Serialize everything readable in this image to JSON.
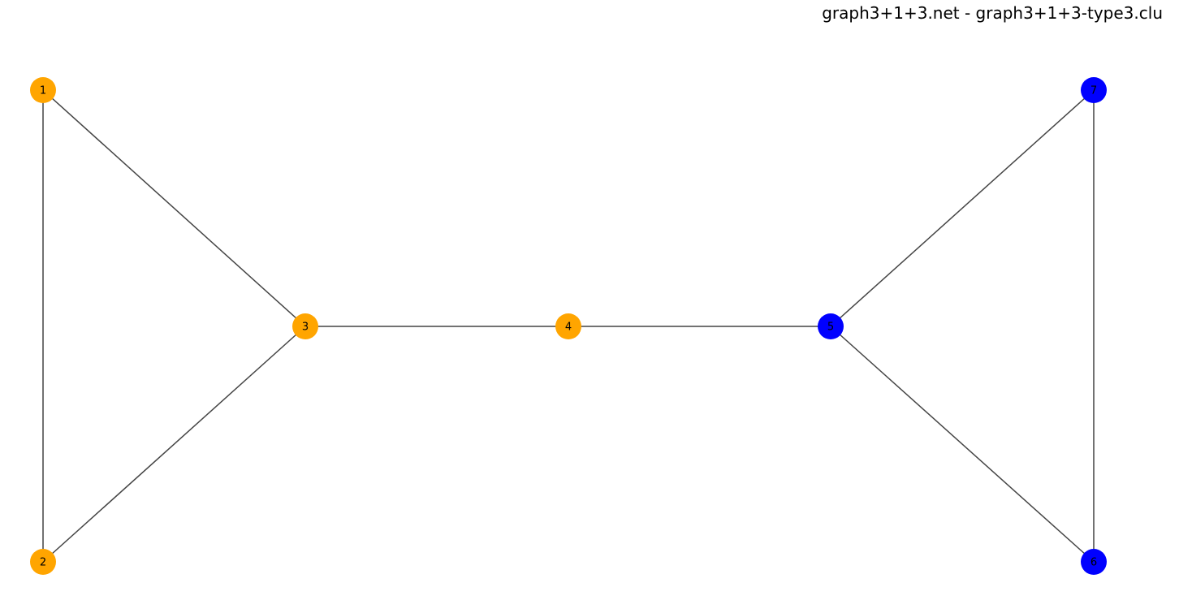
{
  "title": "graph3+1+3.net - graph3+1+3-type3.clu",
  "cluster_colors": {
    "cluster_a": "#FFA500",
    "cluster_b": "#0000FF"
  },
  "edge_color": "#444444",
  "nodes": [
    {
      "id": "1",
      "cluster": "cluster_a"
    },
    {
      "id": "2",
      "cluster": "cluster_a"
    },
    {
      "id": "3",
      "cluster": "cluster_a"
    },
    {
      "id": "4",
      "cluster": "cluster_a"
    },
    {
      "id": "5",
      "cluster": "cluster_b"
    },
    {
      "id": "6",
      "cluster": "cluster_b"
    },
    {
      "id": "7",
      "cluster": "cluster_b"
    }
  ],
  "edges": [
    [
      "1",
      "2"
    ],
    [
      "1",
      "3"
    ],
    [
      "2",
      "3"
    ],
    [
      "3",
      "4"
    ],
    [
      "4",
      "5"
    ],
    [
      "5",
      "7"
    ],
    [
      "5",
      "6"
    ],
    [
      "6",
      "7"
    ]
  ]
}
